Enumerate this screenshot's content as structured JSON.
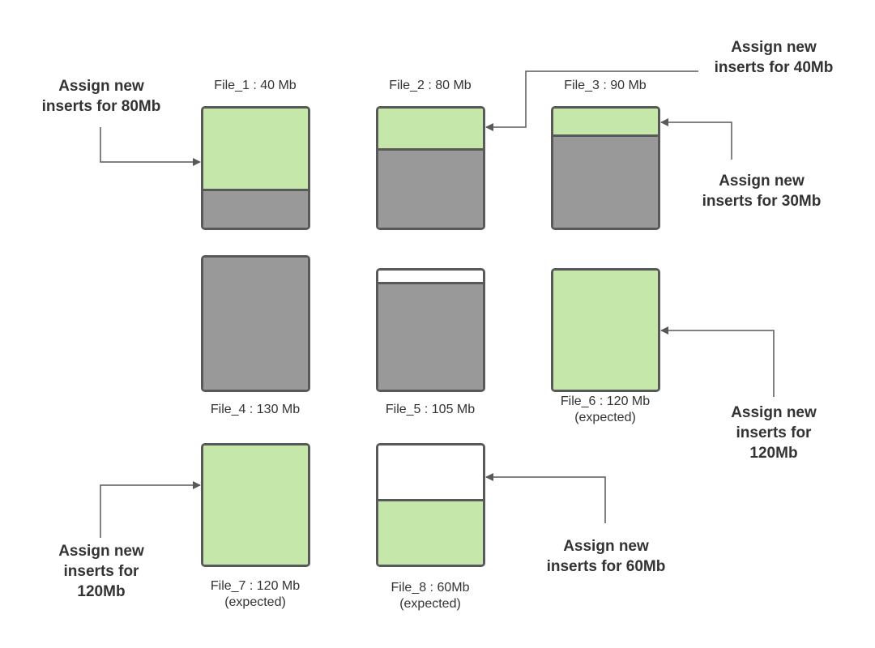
{
  "files": [
    {
      "label": "File_1 : 40 Mb",
      "note": "",
      "segments": [
        "green",
        "gray"
      ]
    },
    {
      "label": "File_2 : 80 Mb",
      "note": "",
      "segments": [
        "green",
        "gray"
      ]
    },
    {
      "label": "File_3 : 90 Mb",
      "note": "",
      "segments": [
        "green",
        "gray"
      ]
    },
    {
      "label": "File_4 : 130 Mb",
      "note": "",
      "segments": [
        "gray"
      ]
    },
    {
      "label": "File_5 : 105 Mb",
      "note": "",
      "segments": [
        "white",
        "gray"
      ]
    },
    {
      "label": "File_6 : 120 Mb",
      "note": "(expected)",
      "segments": [
        "green"
      ]
    },
    {
      "label": "File_7 : 120 Mb",
      "note": "(expected)",
      "segments": [
        "green"
      ]
    },
    {
      "label": "File_8 : 60Mb",
      "note": "(expected)",
      "segments": [
        "white",
        "green"
      ]
    }
  ],
  "annotations": [
    {
      "lines": [
        "Assign new",
        "inserts for 80Mb"
      ],
      "target": "File_1"
    },
    {
      "lines": [
        "Assign new",
        "inserts for 40Mb"
      ],
      "target": "File_2"
    },
    {
      "lines": [
        "Assign new",
        "inserts for 30Mb"
      ],
      "target": "File_3"
    },
    {
      "lines": [
        "Assign new",
        "inserts for",
        "120Mb"
      ],
      "target": "File_6"
    },
    {
      "lines": [
        "Assign new",
        "inserts for",
        "120Mb"
      ],
      "target": "File_7"
    },
    {
      "lines": [
        "Assign new",
        "inserts for 60Mb"
      ],
      "target": "File_8"
    }
  ],
  "colors": {
    "new_inserts": "#c5e8aa",
    "existing_data": "#999999",
    "free_space": "#ffffff",
    "outline": "#595959",
    "arrow": "#595959"
  }
}
